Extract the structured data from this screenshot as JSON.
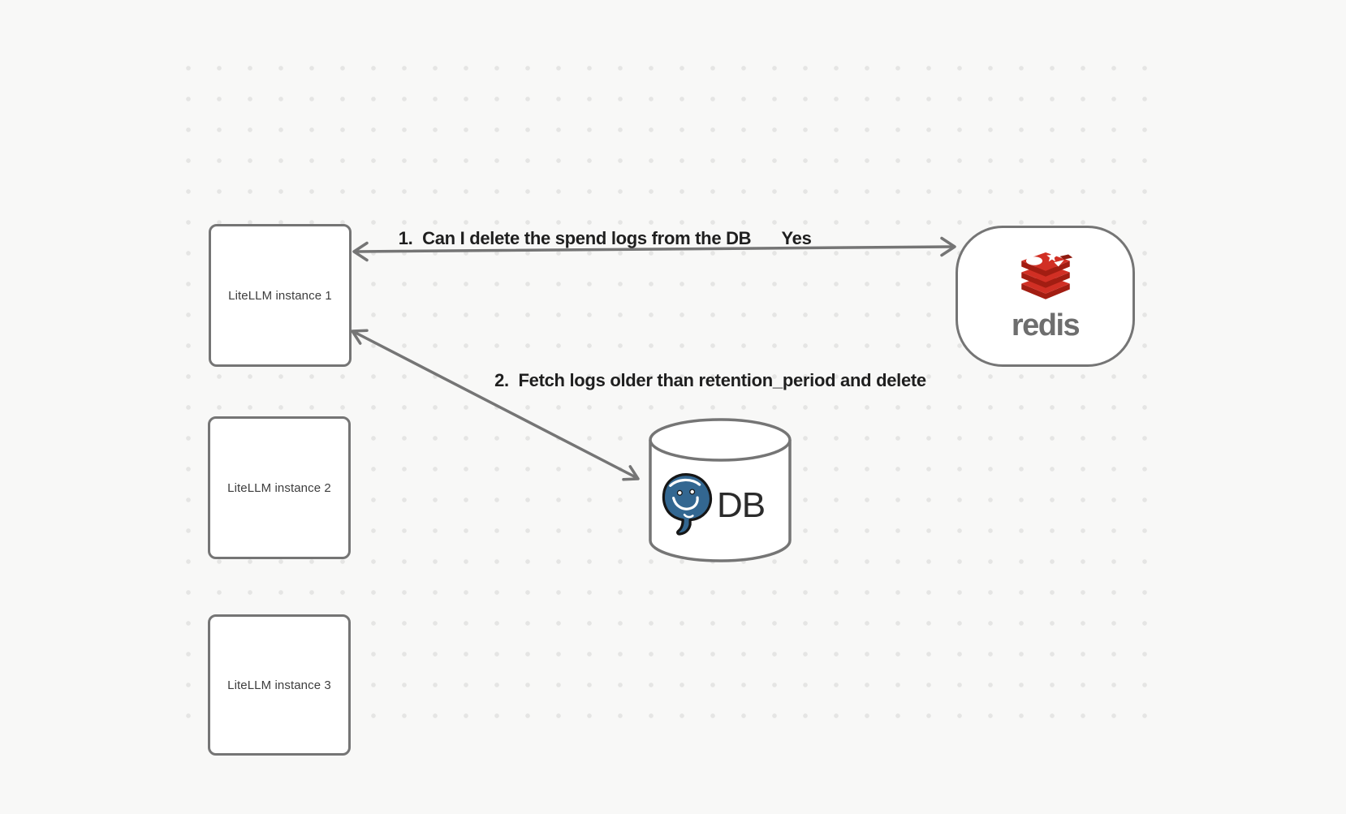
{
  "app": {
    "type": "whiteboard-architecture-diagram",
    "background_color": "#f8f8f7",
    "dot_color": "#e5e5e4",
    "stroke_color": "#757575"
  },
  "colors": {
    "node_fill": "#ffffff",
    "edge_label": "#1f1f1f",
    "instance_label": "#3d3d3d",
    "redis_red_light": "#d12f24",
    "redis_red_dark": "#a21d12",
    "redis_red_deep": "#8e1b10",
    "redis_wordmark_gray": "#6e6e6e",
    "postgres_blue": "#336791",
    "db_text": "#2b2b2b"
  },
  "nodes": {
    "instances": [
      {
        "label": "LiteLLM instance 1"
      },
      {
        "label": "LiteLLM instance 2"
      },
      {
        "label": "LiteLLM instance 3"
      }
    ],
    "redis": {
      "wordmark": "redis",
      "icon": "redis-stack-logo"
    },
    "db": {
      "label": "DB",
      "icon": "postgresql-elephant"
    }
  },
  "edges": [
    {
      "id": "litellm1-redis",
      "label": "1.  Can I delete the spend logs from the DB",
      "response": "Yes",
      "arrowheads": "both-ends"
    },
    {
      "id": "litellm1-db",
      "label": "2.  Fetch logs older than retention_period and delete",
      "arrowheads": "both-ends"
    }
  ]
}
